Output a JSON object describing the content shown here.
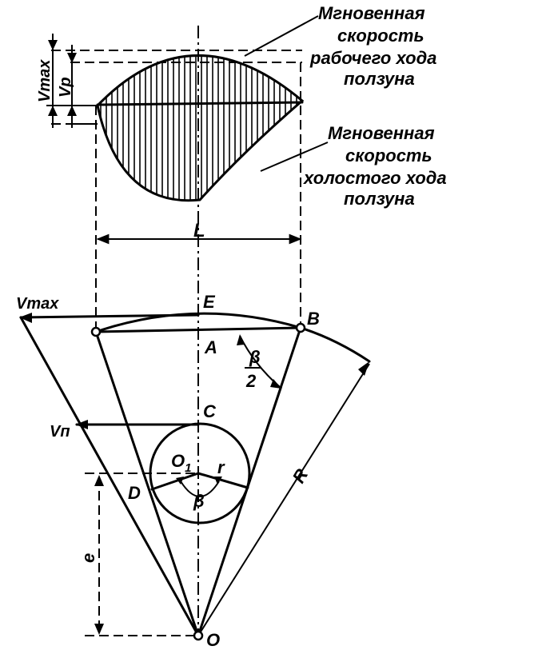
{
  "captions": {
    "working_stroke": [
      "Мгновенная",
      "скорость",
      "рабочего хода",
      "ползуна"
    ],
    "idle_stroke": [
      "Мгновенная",
      "скорость",
      "холостого хода",
      "ползуна"
    ]
  },
  "labels": {
    "vmax_top": "Vmax",
    "vp": "Vp",
    "L": "L",
    "E": "E",
    "B": "B",
    "A": "A",
    "vmax_left": "Vmax",
    "beta_half_num": "β",
    "beta_half_den": "2",
    "C": "C",
    "vn": "Vп",
    "O1": "O",
    "O1_sub": "1",
    "r": "r",
    "D": "D",
    "beta": "β",
    "R": "R",
    "e": "e",
    "O": "O"
  }
}
